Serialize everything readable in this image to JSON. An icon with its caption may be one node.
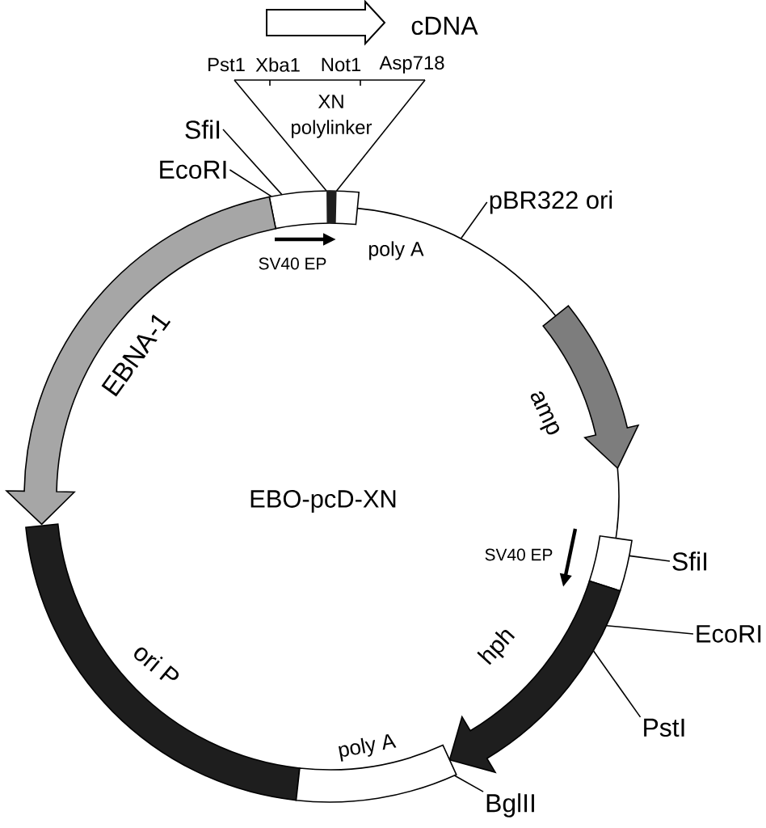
{
  "diagram": {
    "nodes": [
      {
        "text": [
          "SfiI"
        ]
      },
      {
        "text": [
          "EcoRI"
        ]
      },
      {
        "text": [
          "pBR322 ori"
        ]
      },
      {
        "text": [],
        "shape": "box"
      },
      {
        "text": [],
        "shape": "arrow",
        "beside": [
          "EBNA-1"
        ]
      },
      {
        "text": [],
        "shape": "arrow",
        "beside": [
          "amp"
        ]
      },
      {
        "text": [],
        "shape": "box"
      },
      {
        "text": [
          "SfiI"
        ]
      },
      {
        "text": [],
        "shape": "arrow",
        "beside": [
          "hph"
        ]
      },
      {
        "text": [
          "EcoRI"
        ]
      },
      {
        "text": [],
        "shape": "bar",
        "beside": [
          "ori P"
        ]
      },
      {
        "text": [
          "PstI"
        ]
      },
      {
        "text": [],
        "shape": "box",
        "beside": [
          "poly A"
        ]
      },
      {
        "text": [
          "BglII"
        ]
      }
    ],
    "edges": [
      {
        "from": 0,
        "to": 3,
        "arrow": "none"
      },
      {
        "from": 1,
        "to": 3,
        "arrow": "none"
      },
      {
        "from": 2,
        "to": null,
        "arrow": "none"
      },
      {
        "from": 7,
        "to": 6,
        "arrow": "none"
      },
      {
        "from": 9,
        "to": 8,
        "arrow": "none"
      },
      {
        "from": 11,
        "to": 8,
        "arrow": "none"
      },
      {
        "from": 13,
        "to": 12,
        "arrow": "none"
      },
      {
        "from": 3,
        "to": 5,
        "arrow": "none"
      },
      {
        "from": 5,
        "to": 6,
        "arrow": "none"
      }
    ],
    "labels": [
      "cDNA",
      "Pst1",
      "Xba1",
      "Not1",
      "Asp718",
      "XN polylinker",
      "poly A",
      "SV40 EP",
      "EBO-pcD-XN",
      "SV40 EP"
    ]
  }
}
